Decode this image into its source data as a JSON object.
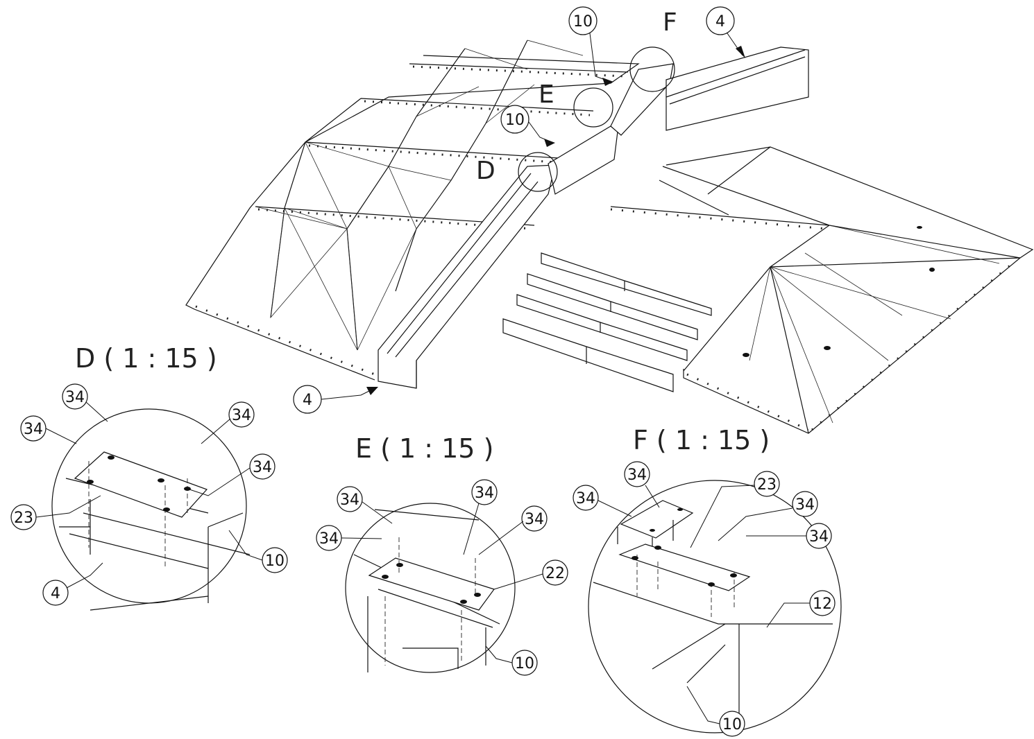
{
  "view_labels": {
    "D": "D",
    "E": "E",
    "F": "F"
  },
  "detail_titles": {
    "D": "D ( 1 : 15 )",
    "E": "E ( 1 : 15 )",
    "F": "F ( 1 : 15 )"
  },
  "main_callouts": {
    "c1": "10",
    "c2": "10",
    "c3": "4",
    "c4": "4"
  },
  "detail_d_callouts": {
    "a": "34",
    "b": "34",
    "c": "34",
    "d": "34",
    "e": "23",
    "f": "10",
    "g": "4"
  },
  "detail_e_callouts": {
    "a": "34",
    "b": "34",
    "c": "34",
    "d": "34",
    "e": "22",
    "f": "10"
  },
  "detail_f_callouts": {
    "a": "34",
    "b": "34",
    "c": "23",
    "d": "34",
    "e": "34",
    "f": "12",
    "g": "10"
  }
}
